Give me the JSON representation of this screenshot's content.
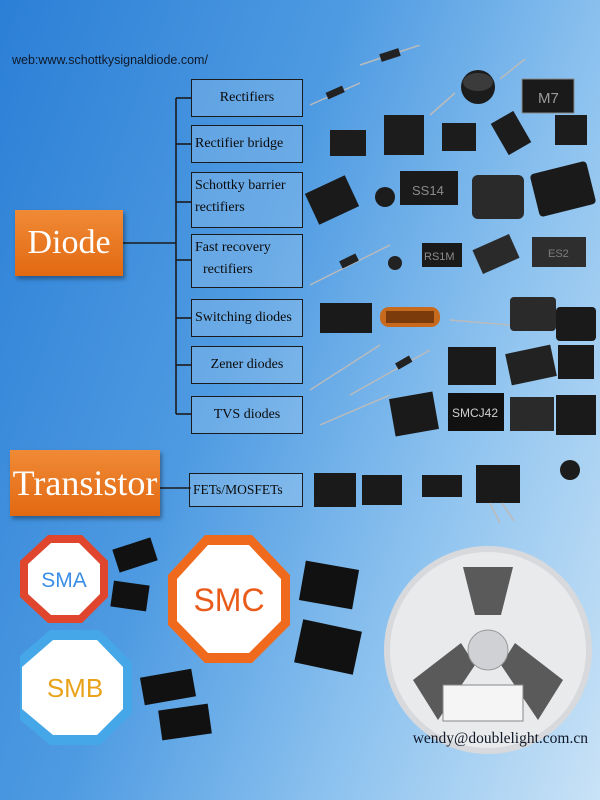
{
  "header": {
    "web_label": "web:www.schottkysignaldiode.com/"
  },
  "diode": {
    "label": "Diode",
    "categories": [
      {
        "line1": "Rectifiers",
        "line2": ""
      },
      {
        "line1": "Rectifier bridge",
        "line2": ""
      },
      {
        "line1": "Schottky barrier",
        "line2": "rectifiers"
      },
      {
        "line1": "Fast recovery",
        "line2": "rectifiers"
      },
      {
        "line1": "Switching diodes",
        "line2": ""
      },
      {
        "line1": "Zener diodes",
        "line2": ""
      },
      {
        "line1": "TVS diodes",
        "line2": ""
      }
    ]
  },
  "transistor": {
    "label": "Transistor",
    "category": "FETs/MOSFETs"
  },
  "packages": {
    "sma": "SMA",
    "smc": "SMC",
    "smb": "SMB"
  },
  "component_marks": {
    "m7": "M7",
    "ss14": "SS14",
    "smcj": "SMCJ42",
    "rs1m": "RS1M",
    "es2": "ES2"
  },
  "footer": {
    "email": "wendy@doublelight.com.cn"
  },
  "colors": {
    "accent_orange": "#e8731c",
    "badge_red": "#e0452e",
    "badge_orange": "#f06a1e",
    "badge_blue": "#45a7e8"
  }
}
